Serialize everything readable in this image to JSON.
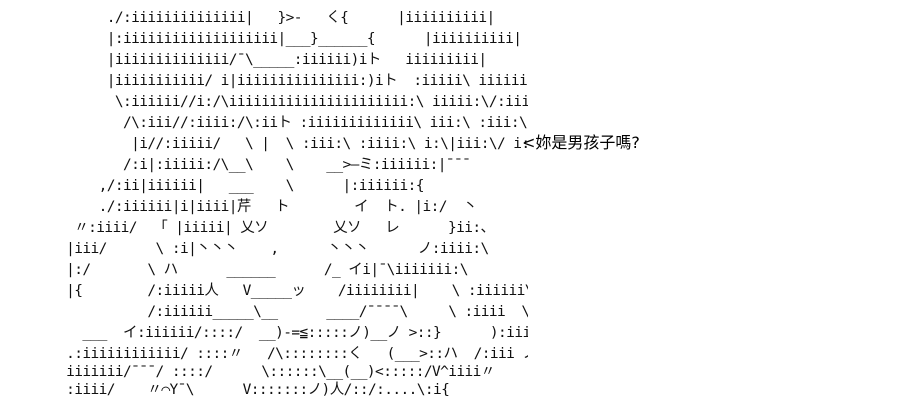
{
  "ascii_art": {
    "lines": [
      "      ./:iiiiiiiiiiiiii|   }>-   く{      |iiiiiiiiii|",
      "      |:iiiiiiiiiiiiiiiiiii|___}______{      |iiiiiiiiii|",
      "      |iiiiiiiiiiiiii/¯\\_____:iiiiii)iト   iiiiiiiii|",
      "      |iiiiiiiiiii/ i|iiiiiiiiiiiiiii:)iト  :iiiii\\ iiiiiii|",
      "       \\:iiiiii//i:/\\iiiiiiiiiiiiiiiiiiiiii:\\ iiiii:\\/:iii|",
      "        /\\:iii//:iiii:/\\:iiト :iiiiiiiiiiiii\\ iii:\\ :iii:\\/iii|",
      "         |i//:iiiii/   \\ |  \\ :iii:\\ :iiii:\\ i:\\|iii:\\/ i:\\__",
      "        /:i|:iiiii:/\\__\\    \\    __>―ミ:iiiiii:|¯¯¯",
      "     ,/:ii|iiiiii|   ___    \\      |:iiiiii:{",
      "     ./:iiiiii|i|iiii|芹   ト        イ  ト. |i:/  丶",
      "  〃:iiii/  「 |iiiii| 乂ソ        乂ソ   レ      }ii:、",
      " |iii/      \\ :i|丶丶丶    ,      丶丶丶      ノ:iiii:\\",
      " |:/       \\ ハ      ______      /_ イi|¯\\iiiiiii:\\",
      " |{        /:iiiii人   V_____ッ    /iiiiiiii|    \\ :iiiiii\\/",
      "           /:iiiiii_____\\__      ____/¯¯¯¯\\     \\ :iiii  \\/",
      "   ___  イ:iiiiii/::::/  __)-=≦:::::ノ)__ノ >::}      ):iiii|",
      " .:iiiiiiiiiiii/ ::::〃   /\\::::::::く   (___>::ハ  /:iii ノ",
      " iiiiiii/¯¯¯/ ::::/      \\::::::\\__(__)<:::::/V^iiii〃",
      " :iiii/    〃⌒Υ¯\\      V:::::::ノ)人/::/:....\\:i{"
    ]
  },
  "dialogue": {
    "text": "<妳是男孩子嗎?"
  }
}
